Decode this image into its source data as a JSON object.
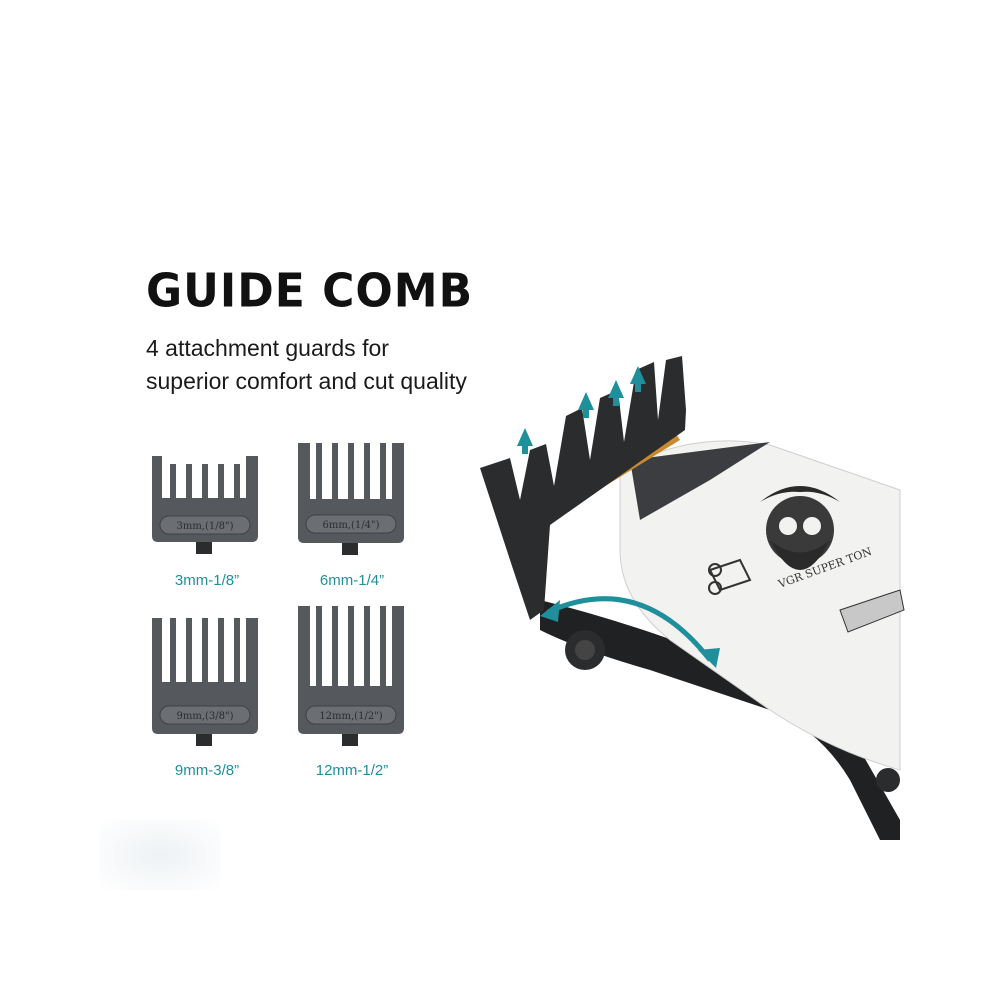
{
  "header": {
    "title": "GUIDE COMB",
    "subtitle_line1": "4 attachment guards for",
    "subtitle_line2": "superior comfort and cut quality"
  },
  "guards": [
    {
      "size_label": "3mm-1/8”",
      "engraving": "3mm,(1/8\")"
    },
    {
      "size_label": "6mm-1/4”",
      "engraving": "6mm,(1/4\")"
    },
    {
      "size_label": "9mm-3/8”",
      "engraving": "9mm,(3/8\")"
    },
    {
      "size_label": "12mm-1/2”",
      "engraving": "12mm,(1/2\")"
    }
  ],
  "clipper": {
    "decal_text": "VGR SUPER TON"
  },
  "colors": {
    "accent": "#1f8f9c",
    "guard_body": "#5c5f63",
    "clipper_white": "#f2f2f0",
    "blade_gold": "#c98a2e"
  },
  "icons": [
    "up-arrow-icon",
    "curved-double-arrow-icon"
  ]
}
